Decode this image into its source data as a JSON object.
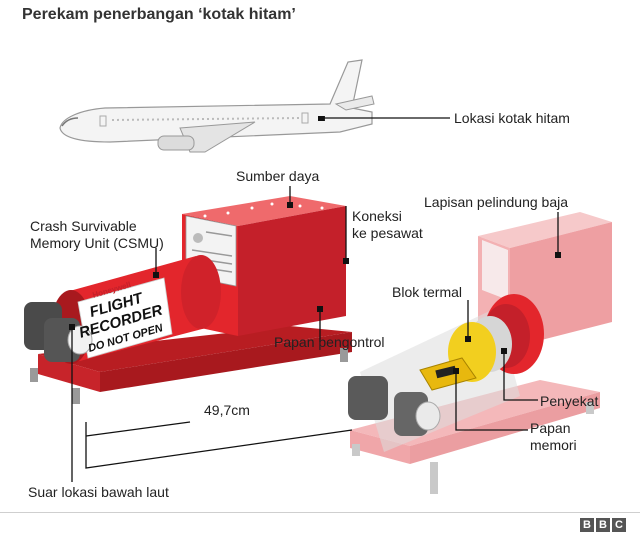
{
  "title": "Perekam penerbangan ‘kotak hitam’",
  "labels": {
    "location": "Lokasi kotak hitam",
    "power": "Sumber daya",
    "connection_1": "Koneksi",
    "connection_2": "ke pesawat",
    "csmu_1": "Crash Survivable",
    "csmu_2": "Memory Unit (CSMU)",
    "controller": "Papan pengontrol",
    "length": "49,7cm",
    "beacon": "Suar lokasi bawah laut",
    "steel_layer": "Lapisan pelindung baja",
    "thermal_block": "Blok termal",
    "insulator": "Penyekat",
    "memory_1": "Papan",
    "memory_2": "memori"
  },
  "recorder_text": {
    "brand": "Honeywell",
    "line1": "FLIGHT",
    "line2": "RECORDER",
    "line3": "DO NOT OPEN"
  },
  "logo": [
    "B",
    "B",
    "C"
  ],
  "colors": {
    "red": "#e3262c",
    "red_dark": "#b81d22",
    "red_light": "#ef6a6c",
    "yellow": "#f2cf1f"
  }
}
